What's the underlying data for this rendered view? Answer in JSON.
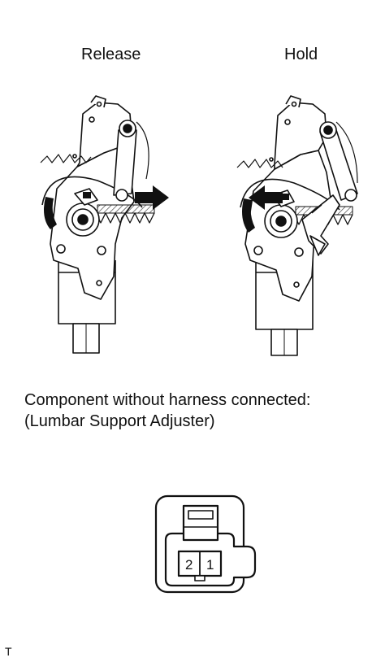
{
  "diagram": {
    "release_label": "Release",
    "hold_label": "Hold",
    "caption_line1": "Component without harness connected:",
    "caption_line2": "(Lumbar Support Adjuster)",
    "connector": {
      "pin_left": "2",
      "pin_right": "1"
    },
    "corner_code": "T"
  }
}
